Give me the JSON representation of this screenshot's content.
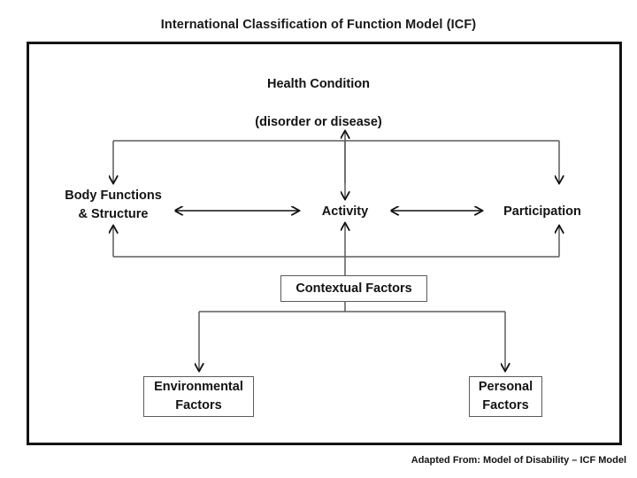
{
  "diagram": {
    "title": "International Classification of Function Model  (ICF)",
    "footer": "Adapted From: Model of Disability – ICF Model",
    "nodes": {
      "health_condition": "Health Condition",
      "health_condition_sub": "(disorder or disease)",
      "body_functions": "Body Functions\n& Structure",
      "activity": "Activity",
      "participation": "Participation",
      "contextual_factors": "Contextual  Factors",
      "environmental_factors": "Environmental\nFactors",
      "personal_factors": "Personal\nFactors"
    },
    "connectors": {
      "health_to_body": "bidirectional-bracket-health-body-functions",
      "health_to_activity": "bidirectional-health-activity",
      "health_to_participation": "bidirectional-bracket-health-participation",
      "body_to_activity": "bidirectional-body-functions-activity",
      "activity_to_participation": "bidirectional-activity-participation",
      "contextual_to_row": "bracket-contextual-to-domains",
      "contextual_to_environmental": "arrow-contextual-environmental",
      "contextual_to_personal": "arrow-contextual-personal"
    },
    "colors": {
      "frame": "#141414",
      "line": "#5b5b5b",
      "arrowhead": "#101010",
      "box_border": "#5b5b5b",
      "text": "#131313",
      "background": "#ffffff"
    }
  }
}
